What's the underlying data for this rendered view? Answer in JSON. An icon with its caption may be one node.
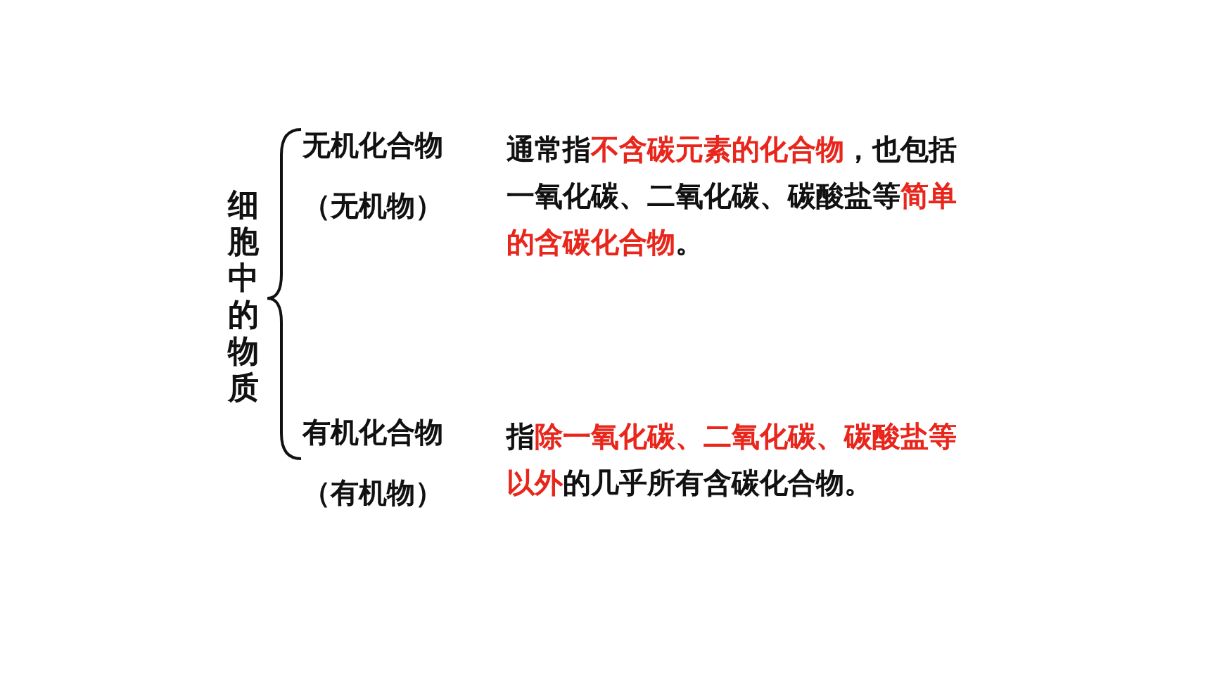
{
  "diagram": {
    "nodes": [
      {
        "text": [
          "细胞中的物质"
        ]
      },
      {
        "text": [
          "无机化合物",
          "（无机物）"
        ]
      },
      {
        "text": [
          "通常指**不含碳元素的化合物**，也包括一氧化碳、二氧化碳、碳酸盐等**简单的含碳化合物**。"
        ]
      },
      {
        "text": [
          "有机化合物",
          "（有机物）"
        ]
      },
      {
        "text": [
          "指**除一氧化碳、二氧化碳、碳酸盐等以外**的几乎所有含碳化合物。"
        ]
      }
    ],
    "edges": []
  }
}
